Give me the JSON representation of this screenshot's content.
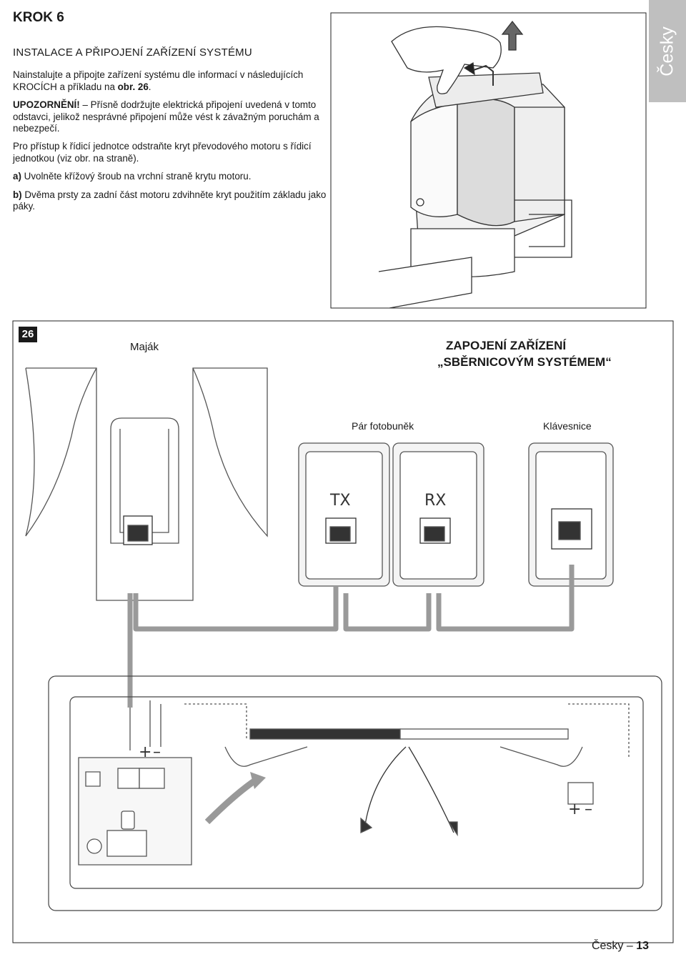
{
  "step": {
    "title": "KROK 6"
  },
  "language_tab": "Česky",
  "section": {
    "heading": "INSTALACE A PŘIPOJENÍ ZAŘÍZENÍ SYSTÉMU",
    "para1_a": "Nainstalujte a připojte zařízení systému dle informací v následujících KROCÍCH a příkladu na ",
    "para1_b": "obr. 26",
    "para1_c": ".",
    "warning_label": "UPOZORNĚNÍ!",
    "warning_text": " – Přísně dodržujte elektrická připojení uvedená v tomto odstavci, jelikož nesprávné připojení může vést k závažným poruchám a nebezpečí.",
    "para2": "Pro přístup k řídicí jednotce odstraňte kryt převodového motoru s řídicí jednotkou (viz obr. na straně).",
    "step_a_label": "a)",
    "step_a_text": " Uvolněte  křížový šroub na vrchní straně krytu motoru.",
    "step_b_label": "b)",
    "step_b_text": " Dvěma prsty za zadní část motoru  zdvihněte kryt použitím základu jako páky."
  },
  "figure": {
    "number": "26",
    "beacon_label": "Maják",
    "title_line1": "ZAPOJENÍ ZAŘÍZENÍ",
    "title_line2": "„SBĚRNICOVÝM SYSTÉMEM“",
    "photocell_label": "Pár fotobuněk",
    "keypad_label": "Klávesnice",
    "tx_label": "TX",
    "rx_label": "RX",
    "plus": "+",
    "minus": "–"
  },
  "footer": {
    "lang": "Česky",
    "dash": "–",
    "page": "13"
  },
  "colors": {
    "tab_gray": "#bfbfbf",
    "cable_gray": "#9a9a9a",
    "ink": "#1a1a1a"
  }
}
